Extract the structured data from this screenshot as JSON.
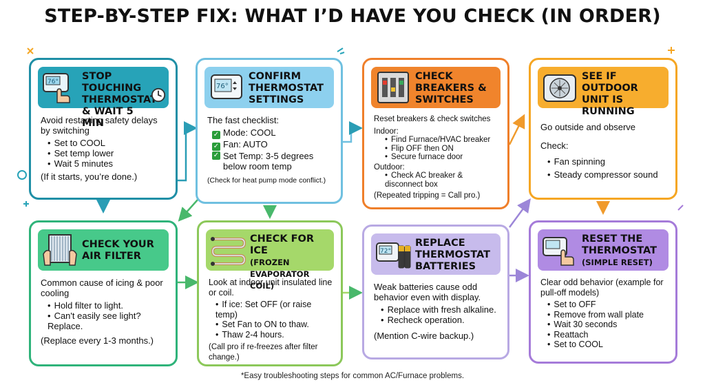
{
  "title": "STEP-BY-STEP FIX: WHAT I’D HAVE YOU CHECK (IN ORDER)",
  "footnote": "*Easy troubleshooting steps for common AC/Furnace problems.",
  "colors": {
    "teal": "#27a3b8",
    "lightblue": "#7fc8e8",
    "orange": "#f0842c",
    "amber": "#f5a623",
    "green": "#47c98a",
    "lime": "#a5d86a",
    "lavender": "#b8a9e3",
    "purple": "#a57bd9"
  },
  "steps": [
    {
      "title": "STOP TOUCHING THERMOSTAT & WAIT 5 MIN",
      "icon": "thermostat-hand-clock-icon",
      "thermostat_reading": "76°",
      "intro": "Avoid restarting safety delays by switching",
      "bullets": [
        "Set to COOL",
        "Set temp lower",
        "Wait 5 minutes"
      ],
      "note": "(If it starts, you’re done.)"
    },
    {
      "title": "CONFIRM THERMOSTAT SETTINGS",
      "icon": "thermostat-icon",
      "thermostat_reading": "76°",
      "intro": "The fast checklist:",
      "checks": [
        "Mode: COOL",
        "Fan: AUTO",
        "Set Temp: 3-5 degrees below room temp"
      ],
      "note": "(Check for heat pump mode conflict.)"
    },
    {
      "title": "CHECK BREAKERS & SWITCHES",
      "icon": "breaker-panel-icon",
      "intro": "Reset breakers & check switches",
      "indoor_label": "Indoor:",
      "indoor": [
        "Find Furnace/HVAC breaker",
        "Flip OFF then ON",
        "Secure furnace door"
      ],
      "outdoor_label": "Outdoor:",
      "outdoor": [
        "Check AC breaker & disconnect box"
      ],
      "note": "(Repeated tripping = Call pro.)"
    },
    {
      "title": "SEE IF OUTDOOR UNIT IS RUNNING",
      "icon": "outdoor-ac-unit-icon",
      "intro": "Go outside and observe",
      "check_label": "Check:",
      "bullets": [
        "Fan spinning",
        "Steady compressor sound"
      ]
    },
    {
      "title": "CHECK YOUR AIR FILTER",
      "icon": "air-filter-hands-icon",
      "intro": "Common cause of icing & poor cooling",
      "bullets": [
        "Hold filter to light.",
        "Can't easily see light? Replace."
      ],
      "note": "(Replace every 1-3 months.)"
    },
    {
      "title": "CHECK FOR ICE",
      "subtitle": "(FROZEN EVAPORATOR COIL)",
      "icon": "frozen-coil-icon",
      "intro": "Look at indoor unit insulated line or coil.",
      "bullets": [
        "If ice: Set OFF (or raise temp)",
        "Set Fan to ON to thaw.",
        "Thaw 2-4 hours."
      ],
      "note": "(Call pro if re-freezes after filter change.)"
    },
    {
      "title": "REPLACE THERMOSTAT BATTERIES",
      "icon": "thermostat-batteries-icon",
      "thermostat_reading": "72°",
      "intro": "Weak batteries cause odd behavior even with display.",
      "bullets": [
        "Replace with fresh alkaline.",
        "Recheck operation."
      ],
      "note": "(Mention C-wire backup.)"
    },
    {
      "title": "RESET THE THERMOSTAT",
      "subtitle": "(SIMPLE RESET)",
      "icon": "thermostat-reset-hand-icon",
      "intro": "Clear odd behavior (example for pull-off models)",
      "bullets": [
        "Set to OFF",
        "Remove from wall plate",
        "Wait 30 seconds",
        "Reattach",
        "Set to COOL"
      ]
    }
  ]
}
